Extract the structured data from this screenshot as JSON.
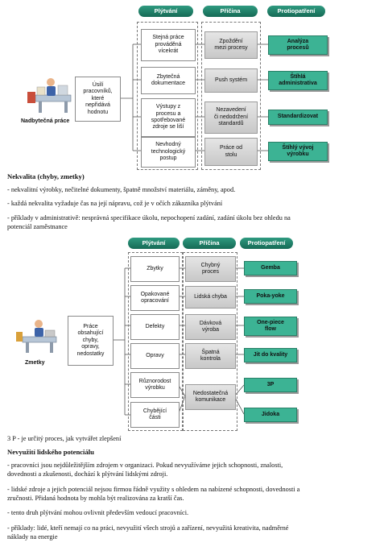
{
  "diagram1": {
    "headers": [
      "Plýtvání",
      "Příčina",
      "Protiopatření"
    ],
    "person_caption": "Nadbytečná práce",
    "center_box": "Úsilí\npracovníků,\nkteré\nnepřidává\nhodnotu",
    "waste": [
      "Stejná práce\nprováděná\nvícekrát",
      "Zbytečná\ndokumentace",
      "Výstupy z\nprocesu a\nspotřebované\nzdroje se liší",
      "Nevhodný\ntechnologický\npostup"
    ],
    "cause": [
      "Zpoždění\nmezi procesy",
      "Push systém",
      "Nezavedení\nči nedodržení\nstandardů",
      "Práce od\nstolu"
    ],
    "counter": [
      "Analýza\nprocesů",
      "Štíhlá\nadministrativa",
      "Standardizovat",
      "Štíhlý vývoj\nvýrobku"
    ]
  },
  "section1": {
    "title": "Nekvalita (chyby, zmetky)",
    "lines": [
      "- nekvalitní výrobky, nečitelné dokumenty, špatně množství materiálu, záměny, apod.",
      "- každá nekvalita vyžaduje čas na její nápravu, což je v očích zákazníka plýtvání",
      "- příklady v administrativě: nesprávná specifikace úkolu, nepochopení zadání, zadání úkolu bez ohledu na",
      "potenciál zaměstnance"
    ]
  },
  "diagram2": {
    "headers": [
      "Plýtvání",
      "Příčina",
      "Protiopatření"
    ],
    "person_caption": "Zmetky",
    "center_box": "Práce\nobsahující\nchyby,\nopravy,\nnedostatky",
    "waste": [
      "Zbytky",
      "Opakované\nopracování",
      "Defekty",
      "Opravy",
      "Různorodost\nvýrobku",
      "Chybějící\nčásti"
    ],
    "cause": [
      "Chybný\nproces",
      "Lidská chyba",
      "Dávková\nvýroba",
      "Špatná\nkontrola",
      "Nedostatečná\nkomunikace"
    ],
    "counter": [
      "Gemba",
      "Poka-yoke",
      "One-piece\nflow",
      "Jit do kvality",
      "3P",
      "Jidoka"
    ]
  },
  "section2": {
    "note": "3 P - je určitý proces, jak vytvářet zlepšení",
    "title": "Nevyužití lidského potenciálu",
    "lines": [
      "- pracovníci jsou nejdůležitějším zdrojem v organizaci. Pokud nevyužíváme jejich schopnosti, znalosti,",
      "dovednosti a zkušenosti, dochází k plýtvání lidskými zdroji.",
      "- lidské zdroje a jejich potenciál nejsou firmou řádně využity s ohledem na nabízené schopnosti, dovednosti a",
      "zručnosti. Přidaná hodnota by mohla být realizována za kratší čas.",
      "- tento druh plýtvání mohou ovlivnit především vedoucí pracovníci.",
      "- příklady: lidé, kteří nemají co na práci, nevyužití všech strojů a zařízení, nevyužitá kreativita, nadměrné",
      "náklady na energie"
    ]
  },
  "colors": {
    "header_teal": "#1f7f66",
    "counter_teal": "#3cb394",
    "cause_gray": "#d6d6d6"
  }
}
